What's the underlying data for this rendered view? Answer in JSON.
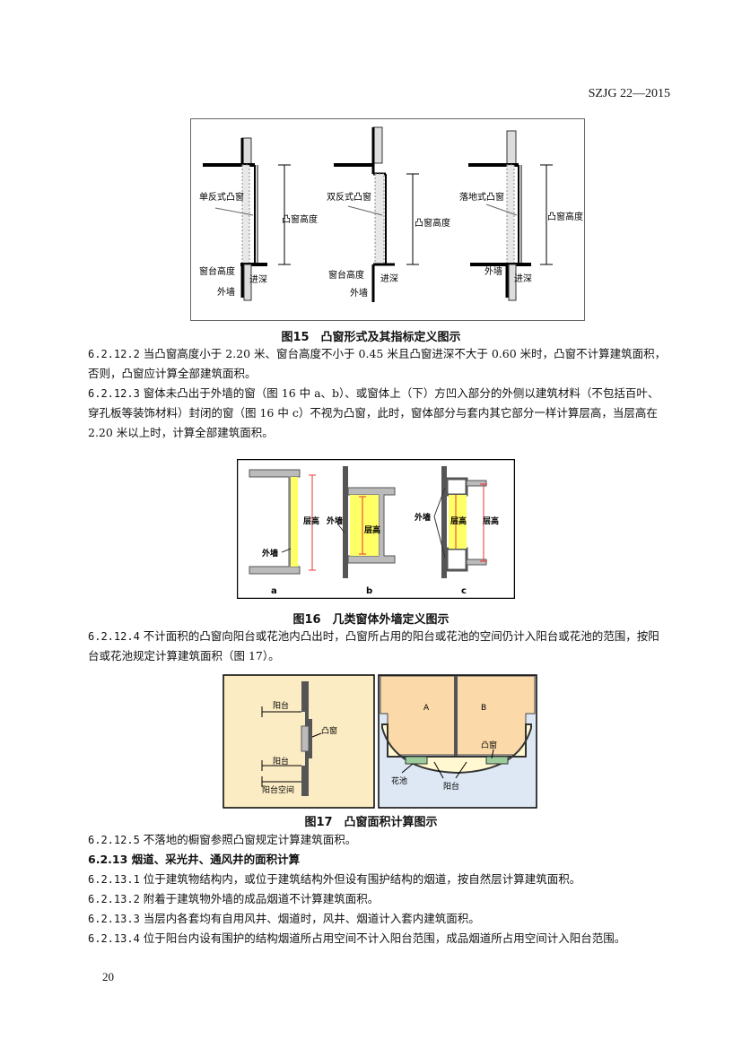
{
  "header": {
    "code": "SZJG 22—2015"
  },
  "figure15": {
    "caption": "图15　凸窗形式及其指标定义图示",
    "labels": {
      "single": "单反式凸窗",
      "double": "双反式凸窗",
      "floor": "落地式凸窗",
      "height": "凸窗高度",
      "sill": "窗台高度",
      "depth": "进深",
      "wall": "外墙"
    }
  },
  "p1": {
    "num": "6.2.12.2",
    "text": "当凸窗高度小于 2.20 米、窗台高度不小于 0.45 米且凸窗进深不大于 0.60 米时，凸窗不计算建筑面积，否则，凸窗应计算全部建筑面积。"
  },
  "p2": {
    "num": "6.2.12.3",
    "text": "窗体未凸出于外墙的窗（图 16 中 a、b）、或窗体上（下）方凹入部分的外侧以建筑材料（不包括百叶、穿孔板等装饰材料）封闭的窗（图 16 中 c）不视为凸窗，此时，窗体部分与套内其它部分一样计算层高，当层高在 2.20 米以上时，计算全部建筑面积。"
  },
  "figure16": {
    "caption": "图16　几类窗体外墙定义图示",
    "labels": {
      "storey": "层高",
      "wall": "外墙",
      "a": "a",
      "b": "b",
      "c": "c"
    }
  },
  "p3": {
    "num": "6.2.12.4",
    "text": "不计面积的凸窗向阳台或花池内凸出时，凸窗所占用的阳台或花池的空间仍计入阳台或花池的范围，按阳台或花池规定计算建筑面积（图 17）。"
  },
  "figure17": {
    "caption": "图17　凸窗面积计算图示",
    "labels": {
      "balcony": "阳台",
      "bay": "凸窗",
      "balcony_space": "阳台空间",
      "A": "A",
      "B": "B",
      "planter": "花池"
    }
  },
  "p4": {
    "num": "6.2.12.5",
    "text": "不落地的橱窗参照凸窗规定计算建筑面积。"
  },
  "h1": {
    "num": "6.2.13",
    "text": "烟道、采光井、通风井的面积计算"
  },
  "p5": {
    "num": "6.2.13.1",
    "text": "位于建筑物结构内，或位于建筑结构外但设有围护结构的烟道，按自然层计算建筑面积。"
  },
  "p6": {
    "num": "6.2.13.2",
    "text": "附着于建筑物外墙的成品烟道不计算建筑面积。"
  },
  "p7": {
    "num": "6.2.13.3",
    "text": "当层内各套均有自用风井、烟道时，风井、烟道计入套内建筑面积。"
  },
  "p8": {
    "num": "6.2.13.4",
    "text": "位于阳台内设有围护的结构烟道所占用空间不计入阳台范围，成品烟道所占用空间计入阳台范围。"
  },
  "footer": {
    "page": "20"
  }
}
